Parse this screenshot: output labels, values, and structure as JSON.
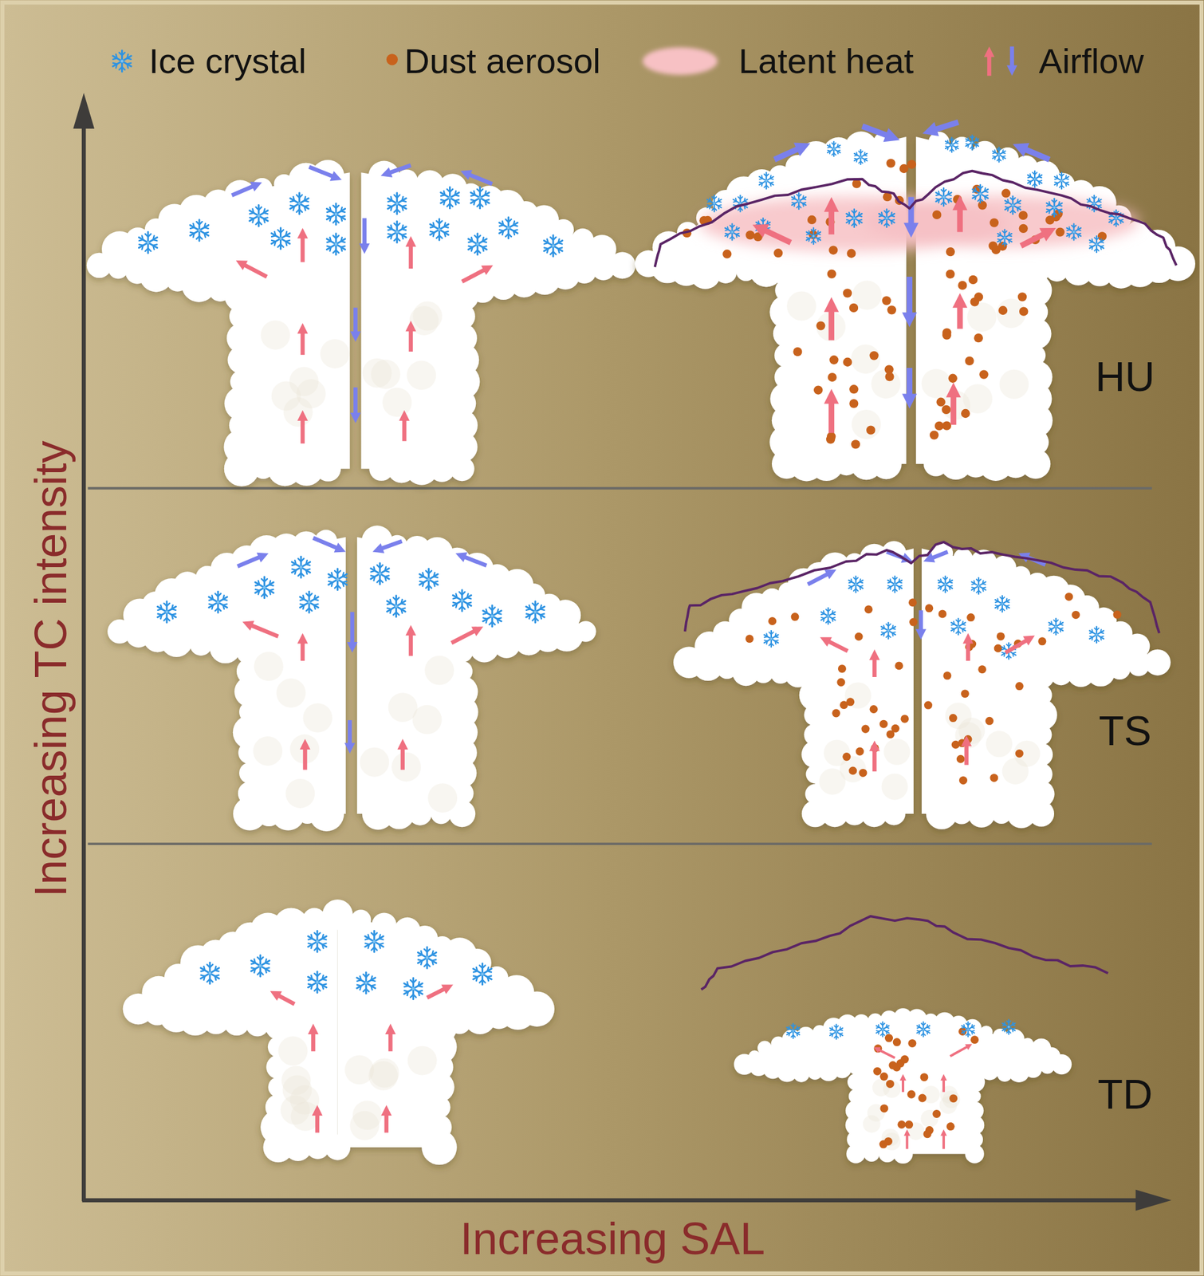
{
  "diagram": {
    "labels": [
      "Increasing TC intensity",
      "Increasing SAL",
      "HU",
      "TS",
      "TD"
    ],
    "legend": [
      {
        "text": "Ice crystal"
      },
      {
        "text": "Dust aerosol",
        "color": "#c8621c"
      },
      {
        "text": "Latent heat",
        "color": "#f7c1c4"
      },
      {
        "text": "Airflow"
      }
    ]
  }
}
